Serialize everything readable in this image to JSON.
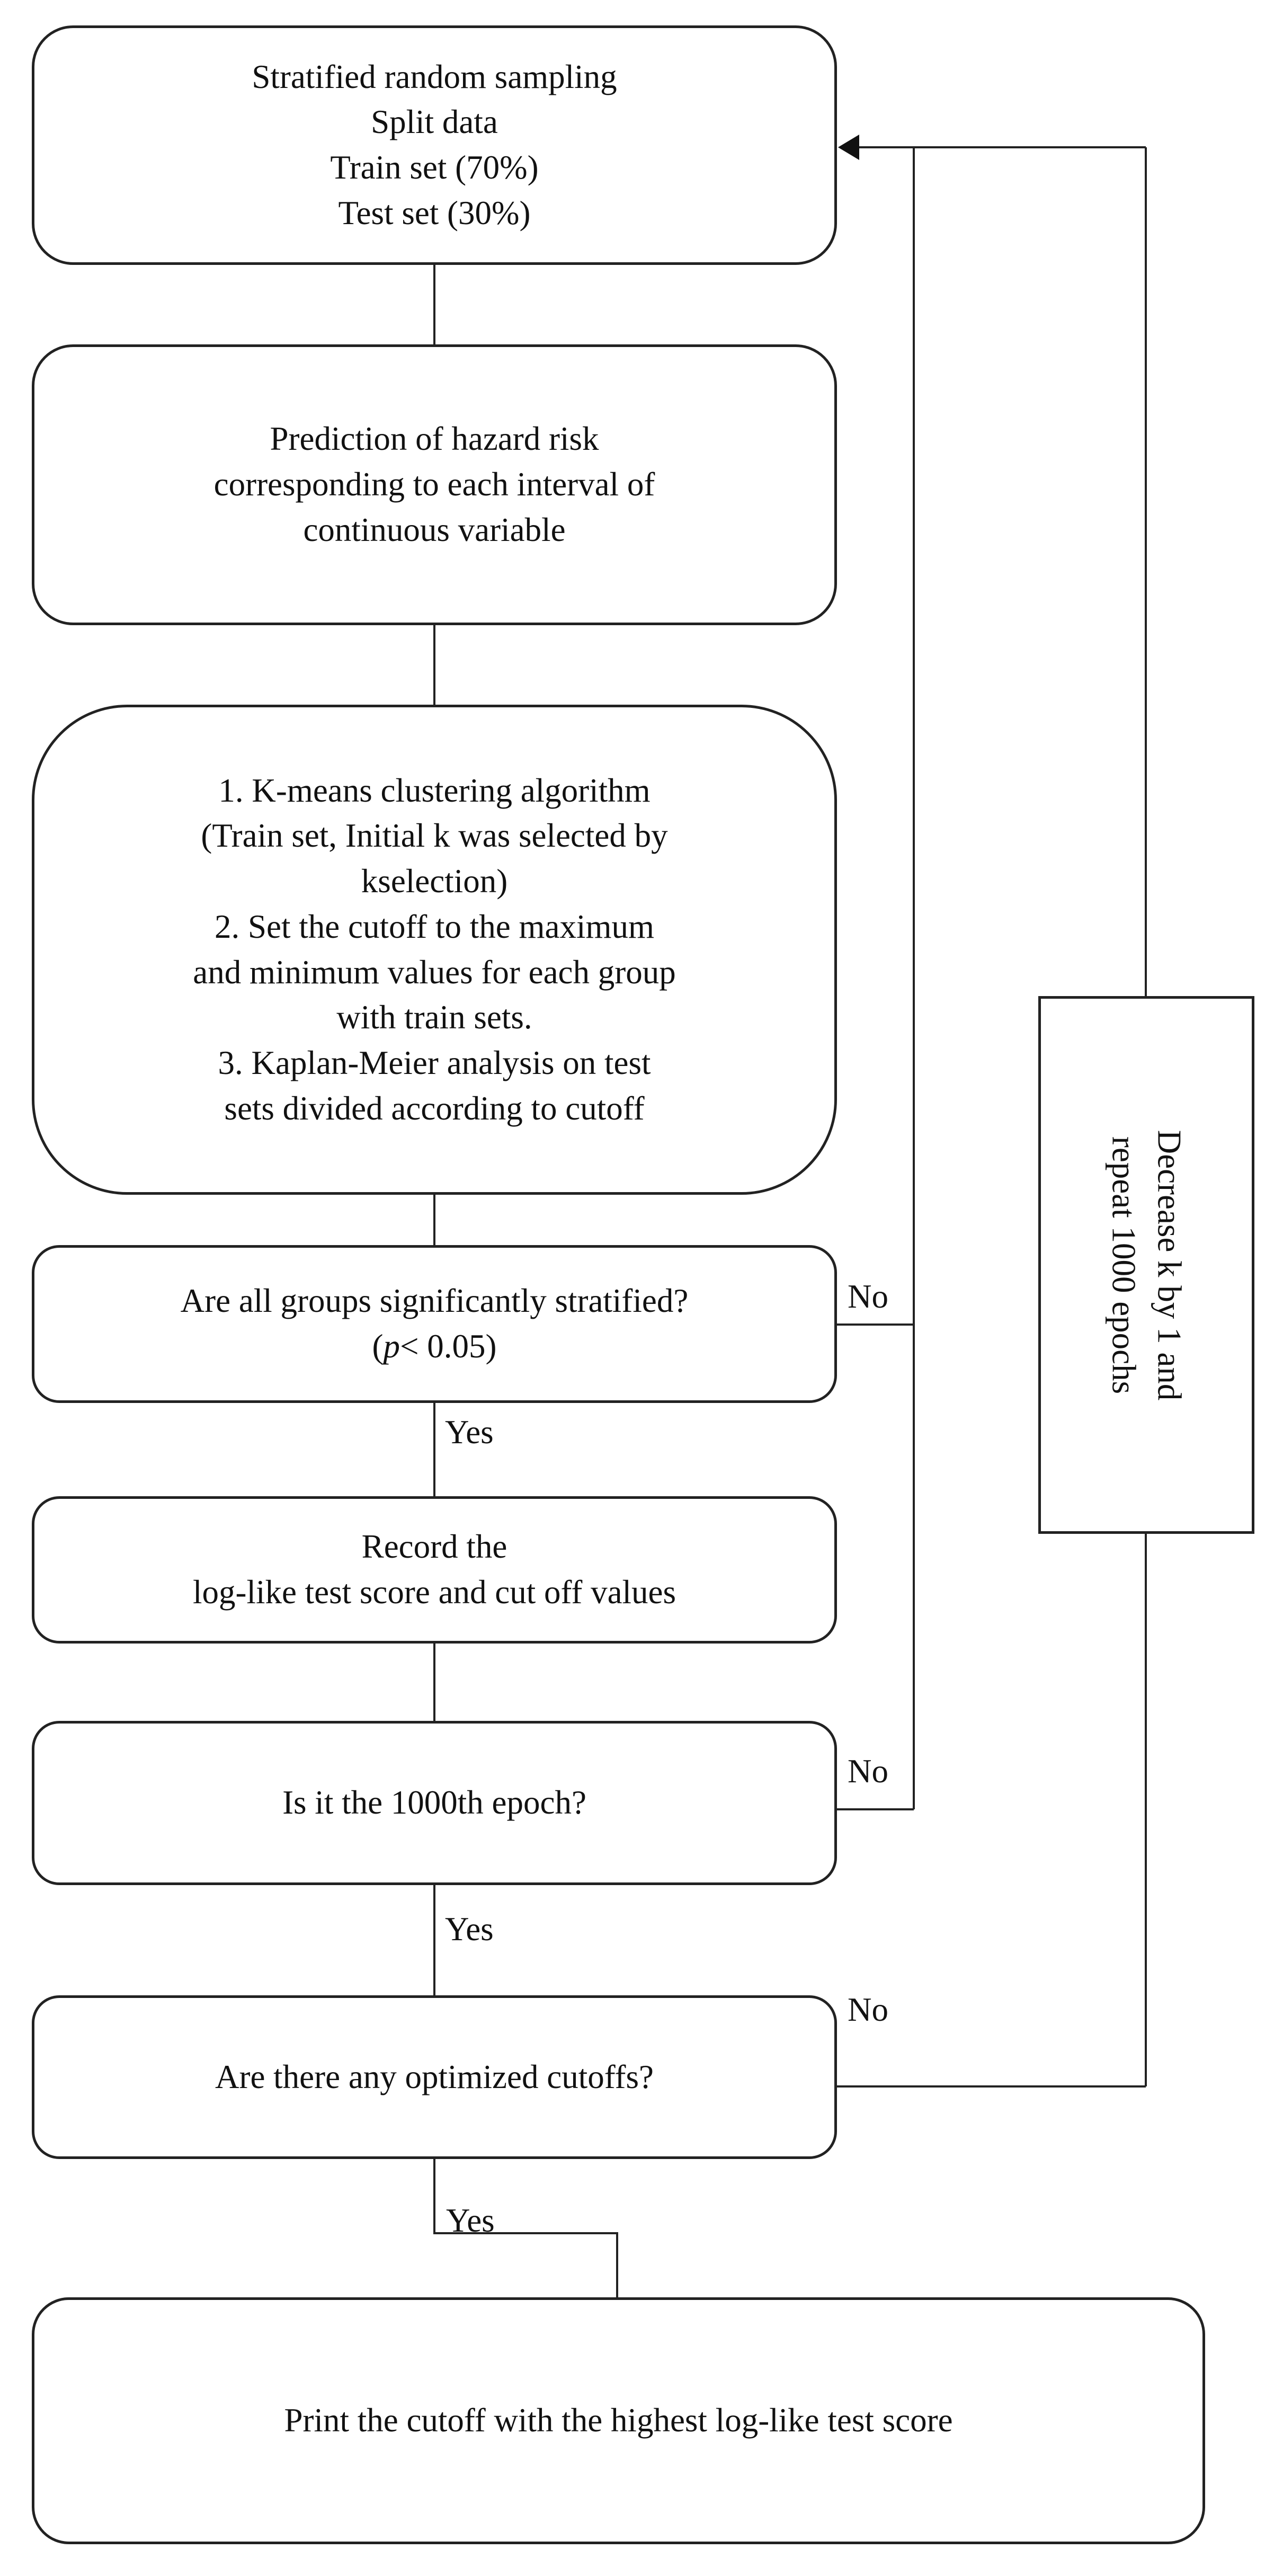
{
  "diagram": {
    "box1": {
      "lines": [
        "Stratified random sampling",
        "Split data",
        "Train set (70%)",
        "Test set (30%)"
      ]
    },
    "box2": {
      "lines": [
        "Prediction of hazard risk",
        "corresponding to each interval of",
        "continuous variable"
      ]
    },
    "box3": {
      "lines": [
        "1. K-means clustering algorithm",
        "(Train set, Initial k was selected by",
        "kselection)",
        "2. Set the cutoff to the maximum",
        "and minimum values for each group",
        "with train sets.",
        "3. Kaplan-Meier analysis on test",
        "sets divided according to cutoff"
      ]
    },
    "box4": {
      "line1": "Are all groups significantly stratified?",
      "p_symbol": "p",
      "p_rest": "< 0.05)"
    },
    "box5": {
      "lines": [
        "Record the",
        "log-like test score and cut off values"
      ]
    },
    "box6": {
      "lines": [
        "Is it the 1000th epoch?"
      ]
    },
    "box7": {
      "lines": [
        "Are there any optimized cutoffs?"
      ]
    },
    "box8": {
      "lines": [
        "Print the cutoff with the highest log-like test score"
      ]
    },
    "side_box": {
      "lines": [
        "Decrease k by 1 and",
        "repeat 1000 epochs"
      ]
    },
    "labels": {
      "yes1": "Yes",
      "yes2": "Yes",
      "yes3": "Yes",
      "no1": "No",
      "no2": "No",
      "no3": "No"
    }
  }
}
